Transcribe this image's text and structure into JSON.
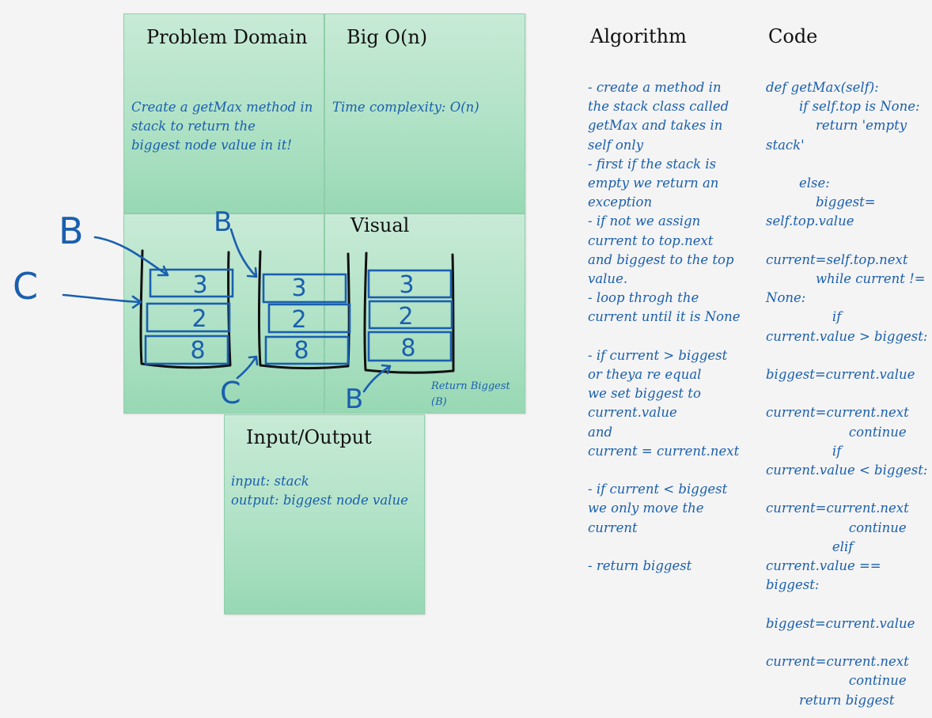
{
  "problem_domain": {
    "title": "Problem Domain",
    "body": "Create a getMax method in\nstack to return the\nbiggest node value in it!"
  },
  "big_o": {
    "title": "Big O(n)",
    "body": "Time complexity: O(n)"
  },
  "visual": {
    "title": "Visual",
    "stacks": [
      [
        "3",
        "2",
        "8"
      ],
      [
        "3",
        "2",
        "8"
      ],
      [
        "3",
        "2",
        "8"
      ]
    ],
    "labels": {
      "b": "B",
      "c": "C"
    },
    "return_note": "Return Biggest\n(B)"
  },
  "io": {
    "title": "Input/Output",
    "body": "input: stack\noutput: biggest node value"
  },
  "algorithm": {
    "title": "Algorithm",
    "body": "- create a method in\nthe stack class called\ngetMax and takes in\nself only\n- first if the stack is\nempty we return an\nexception\n- if not we assign\ncurrent to top.next\nand biggest to the top\nvalue.\n- loop throgh the\ncurrent until it is None\n\n- if current > biggest\nor theya re equal\nwe set biggest to\ncurrent.value\nand\ncurrent = current.next\n\n- if current < biggest\nwe only move the\ncurrent\n\n- return biggest"
  },
  "code": {
    "title": "Code",
    "body": "def getMax(self):\n        if self.top is None:\n            return 'empty\nstack'\n\n        else:\n            biggest=\nself.top.value\n\ncurrent=self.top.next\n            while current !=\nNone:\n                if\ncurrent.value > biggest:\n\nbiggest=current.value\n\ncurrent=current.next\n                    continue\n                if\ncurrent.value < biggest:\n\ncurrent=current.next\n                    continue\n                elif\ncurrent.value ==\nbiggest:\n\nbiggest=current.value\n\ncurrent=current.next\n                    continue\n        return biggest"
  }
}
